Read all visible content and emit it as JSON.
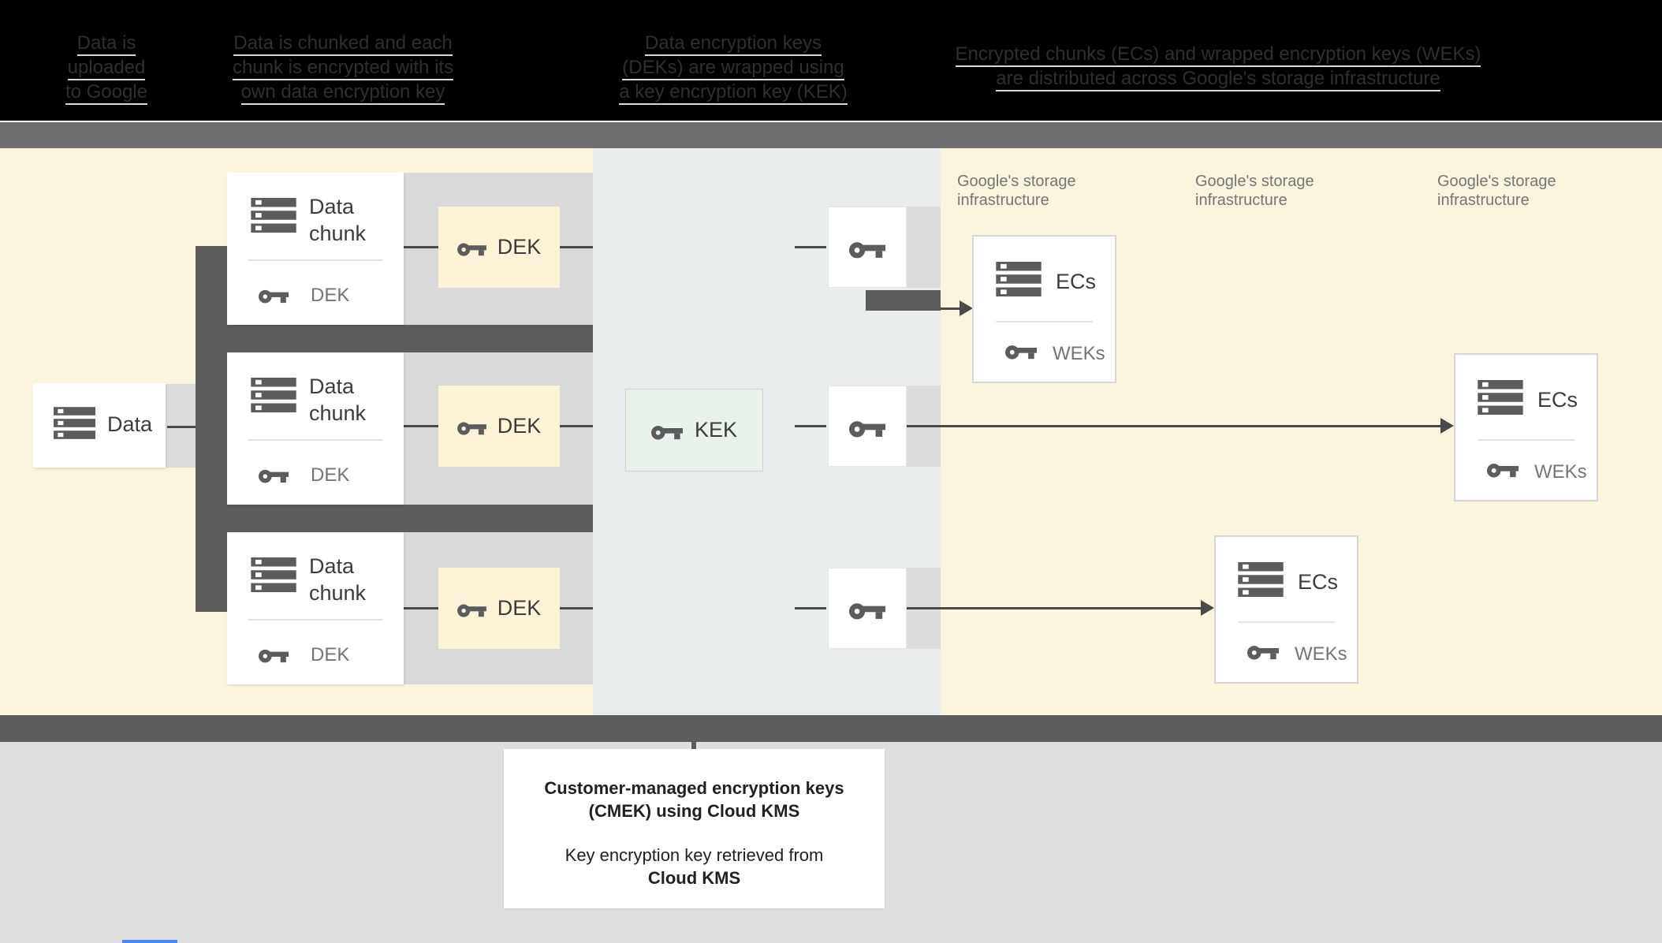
{
  "header": {
    "steps": [
      {
        "lines": [
          "Data is",
          "uploaded",
          "to Google"
        ]
      },
      {
        "lines": [
          "Data is chunked and each",
          "chunk is encrypted with its",
          "own data encryption key"
        ]
      },
      {
        "lines": [
          "Data encryption keys",
          "(DEKs) are wrapped using",
          "a key encryption key (KEK)"
        ]
      },
      {
        "lines": [
          "Encrypted chunks (ECs) and wrapped encryption keys (WEKs)",
          "are distributed across Google's storage infrastructure"
        ]
      }
    ]
  },
  "diagram": {
    "data_box": {
      "label": "Data"
    },
    "chunk_boxes": [
      {
        "title_line1": "Data",
        "title_line2": "chunk",
        "key_label": "DEK"
      },
      {
        "title_line1": "Data",
        "title_line2": "chunk",
        "key_label": "DEK"
      },
      {
        "title_line1": "Data",
        "title_line2": "chunk",
        "key_label": "DEK"
      }
    ],
    "dek_boxes": [
      {
        "label": "DEK"
      },
      {
        "label": "DEK"
      },
      {
        "label": "DEK"
      }
    ],
    "kek_box": {
      "label": "KEK"
    },
    "storage_labels": [
      {
        "line1": "Google's storage",
        "line2": "infrastructure"
      },
      {
        "line1": "Google's storage",
        "line2": "infrastructure"
      },
      {
        "line1": "Google's storage",
        "line2": "infrastructure"
      }
    ],
    "ecs_boxes": [
      {
        "title": "ECs",
        "key_label": "WEKs"
      },
      {
        "title": "ECs",
        "key_label": "WEKs"
      },
      {
        "title": "ECs",
        "key_label": "WEKs"
      }
    ]
  },
  "caption": {
    "title_line1": "Customer-managed encryption keys",
    "title_line2": "(CMEK) using Cloud KMS",
    "body_line1": "Key encryption key retrieved from",
    "body_line2": "Cloud KMS"
  },
  "colors": {
    "yellow_bg": "#fbf5e0",
    "bluegray_bg": "#e9edee",
    "dark_connector": "#5c5c5c",
    "light_connector": "#dcdcdc",
    "mint_bg": "#e9f3ec",
    "cream_bg": "#fcf3d9",
    "arrow": "#4a4a4a",
    "muted_text": "#757575",
    "dark_text": "#3c3c3c",
    "header_band": "#6e6e6e",
    "bottom_bg": "#dedede"
  }
}
